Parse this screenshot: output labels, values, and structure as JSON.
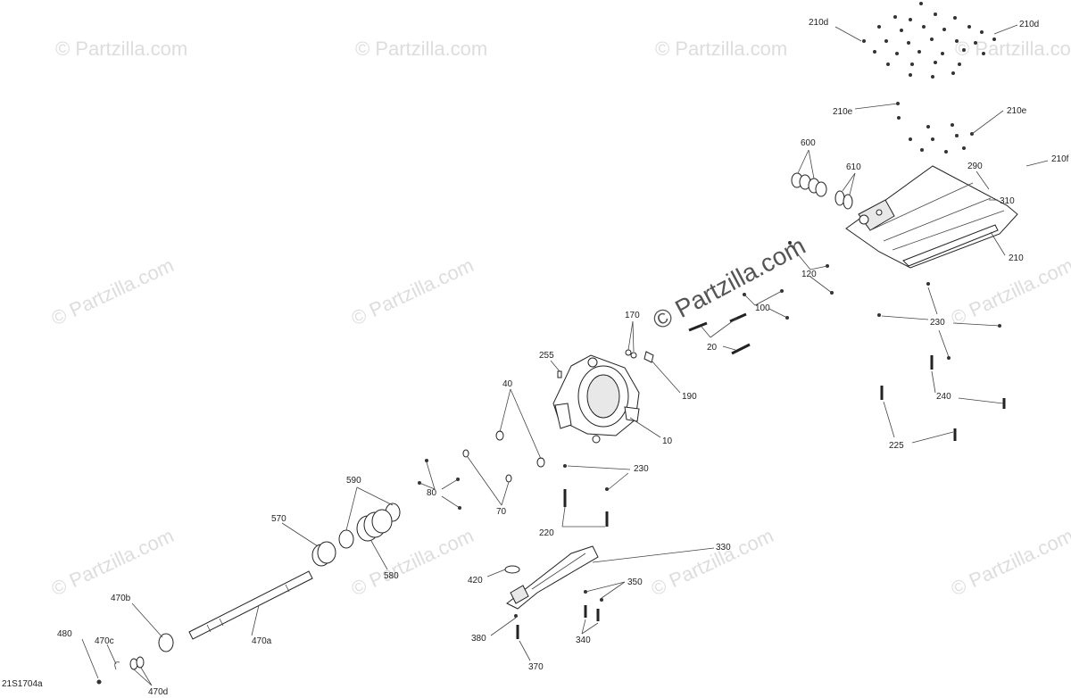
{
  "watermark": {
    "text": "© Partzilla.com",
    "center_text": "© Partzilla.com"
  },
  "diagram_code": "21S1704a",
  "callouts": [
    {
      "id": "c210d_a",
      "text": "210d"
    },
    {
      "id": "c210d_b",
      "text": "210d"
    },
    {
      "id": "c210e_a",
      "text": "210e"
    },
    {
      "id": "c210e_b",
      "text": "210e"
    },
    {
      "id": "c210f",
      "text": "210f"
    },
    {
      "id": "c600",
      "text": "600"
    },
    {
      "id": "c610",
      "text": "610"
    },
    {
      "id": "c290",
      "text": "290"
    },
    {
      "id": "c310",
      "text": "310"
    },
    {
      "id": "c210",
      "text": "210"
    },
    {
      "id": "c120",
      "text": "120"
    },
    {
      "id": "c100",
      "text": "100"
    },
    {
      "id": "c170",
      "text": "170"
    },
    {
      "id": "c20",
      "text": "20"
    },
    {
      "id": "c230_a",
      "text": "230"
    },
    {
      "id": "c255",
      "text": "255"
    },
    {
      "id": "c190",
      "text": "190"
    },
    {
      "id": "c40",
      "text": "40"
    },
    {
      "id": "c10",
      "text": "10"
    },
    {
      "id": "c240",
      "text": "240"
    },
    {
      "id": "c225",
      "text": "225"
    },
    {
      "id": "c230_b",
      "text": "230"
    },
    {
      "id": "c590",
      "text": "590"
    },
    {
      "id": "c80",
      "text": "80"
    },
    {
      "id": "c70",
      "text": "70"
    },
    {
      "id": "c570",
      "text": "570"
    },
    {
      "id": "c220",
      "text": "220"
    },
    {
      "id": "c330",
      "text": "330"
    },
    {
      "id": "c580",
      "text": "580"
    },
    {
      "id": "c420",
      "text": "420"
    },
    {
      "id": "c350",
      "text": "350"
    },
    {
      "id": "c470b",
      "text": "470b"
    },
    {
      "id": "c480",
      "text": "480"
    },
    {
      "id": "c470c",
      "text": "470c"
    },
    {
      "id": "c470a",
      "text": "470a"
    },
    {
      "id": "c380",
      "text": "380"
    },
    {
      "id": "c340",
      "text": "340"
    },
    {
      "id": "c370",
      "text": "370"
    },
    {
      "id": "c470d",
      "text": "470d"
    }
  ]
}
